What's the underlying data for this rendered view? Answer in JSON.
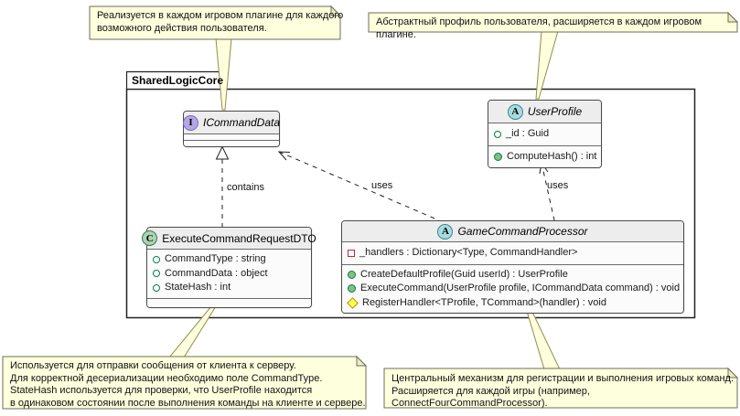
{
  "colors": {
    "note_fill": "#FEFFDD",
    "note_border": "#6e6e55",
    "class_header_fill": "#EDEDED",
    "class_body_fill": "#FBFBFB",
    "class_border": "#4A4A4A",
    "interface_icon_fill": "#B4A7E5",
    "abstract_icon_fill": "#A9DCDF",
    "class_icon_fill": "#ADD1B2",
    "public_green": "#038048",
    "method_green_fill": "#84BE84",
    "private_red": "#C82930",
    "protected_yellow_fill": "#FFFF44",
    "protected_yellow_border": "#B38D22"
  },
  "package": {
    "title": "SharedLogicCore"
  },
  "notes": {
    "command_note": "Реализуется в каждом игровом плагине для каждого\nвозможного действия пользователя.",
    "userprofile_note": "Абстрактный профиль пользователя, расширяется в каждом игровом плагине.",
    "dto_note": "Используется для отправки сообщения от клиента к серверу.\nДля корректной десериализации необходимо поле CommandType.\nStateHash используется для проверки, что UserProfile находится\nв одинаковом состоянии после выполнения команды на клиенте и сервере.",
    "processor_note": "Центральный механизм для регистрации и выполнения игровых команд.\nРасширяется для каждой игры (например, ConnectFourCommandProcessor)."
  },
  "classes": {
    "icommanddata": {
      "icon_letter": "I",
      "name": "ICommandData",
      "attributes": [],
      "methods": []
    },
    "userprofile": {
      "icon_letter": "A",
      "name": "UserProfile",
      "attributes": [
        {
          "icon": "public-field-circle-icon",
          "text": "_id : Guid"
        }
      ],
      "methods": [
        {
          "icon": "public-method-circle-icon",
          "text": "ComputeHash() : int"
        }
      ]
    },
    "dto": {
      "icon_letter": "C",
      "name": "ExecuteCommandRequestDTO",
      "attributes": [
        {
          "icon": "public-field-circle-icon",
          "text": "CommandType : string"
        },
        {
          "icon": "public-field-circle-icon",
          "text": "CommandData : object"
        },
        {
          "icon": "public-field-circle-icon",
          "text": "StateHash : int"
        }
      ],
      "methods": []
    },
    "processor": {
      "icon_letter": "A",
      "name": "GameCommandProcessor",
      "attributes": [
        {
          "icon": "private-field-square-icon",
          "text": "_handlers : Dictionary<Type, CommandHandler>"
        }
      ],
      "methods": [
        {
          "icon": "public-method-circle-icon",
          "text": "CreateDefaultProfile(Guid userId) : UserProfile"
        },
        {
          "icon": "public-method-circle-icon",
          "text": "ExecuteCommand(UserProfile profile, ICommandData command) : void"
        },
        {
          "icon": "protected-method-diamond-icon",
          "text": "RegisterHandler<TProfile, TCommand>(handler) : void"
        }
      ]
    }
  },
  "relations": {
    "contains_label": "contains",
    "uses_icommanddata_label": "uses",
    "uses_userprofile_label": "uses"
  }
}
